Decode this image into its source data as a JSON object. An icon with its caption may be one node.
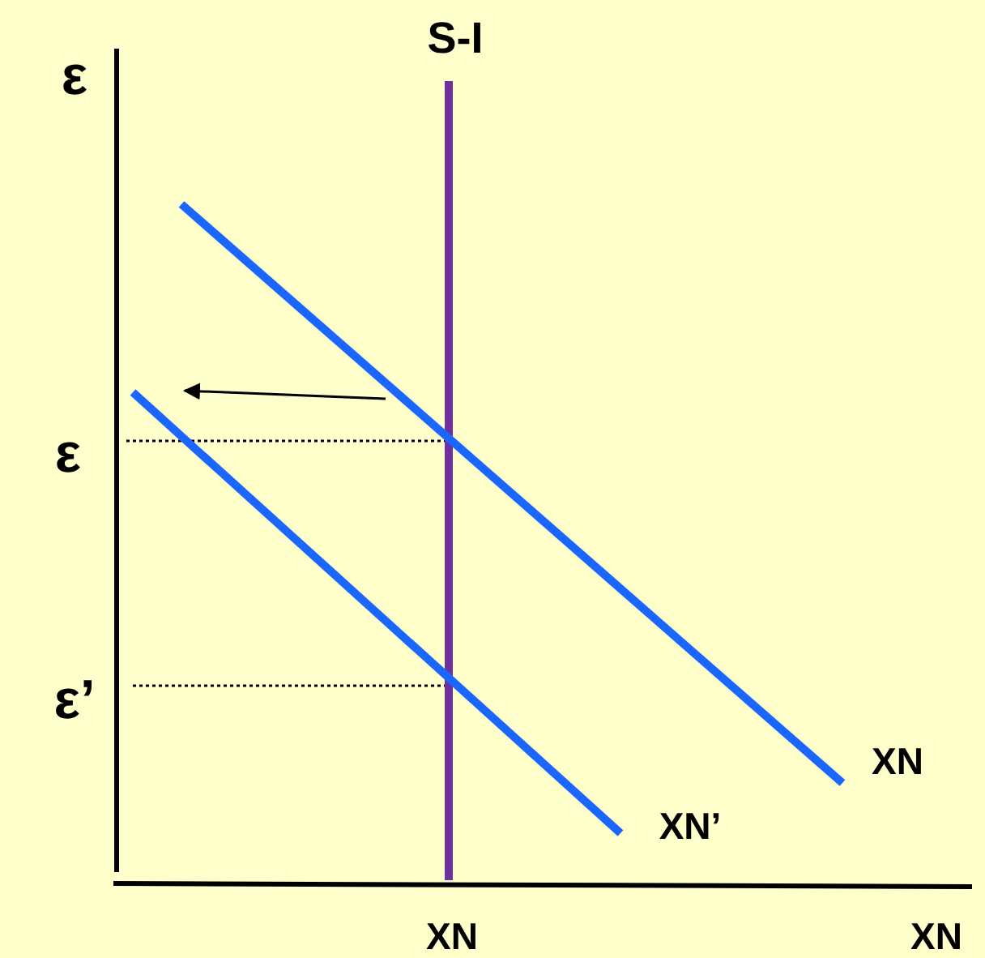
{
  "diagram": {
    "labels": [
      "ε",
      "S-I",
      "ε",
      "ε’",
      "XN",
      "XN’",
      "XN",
      "XN"
    ]
  }
}
